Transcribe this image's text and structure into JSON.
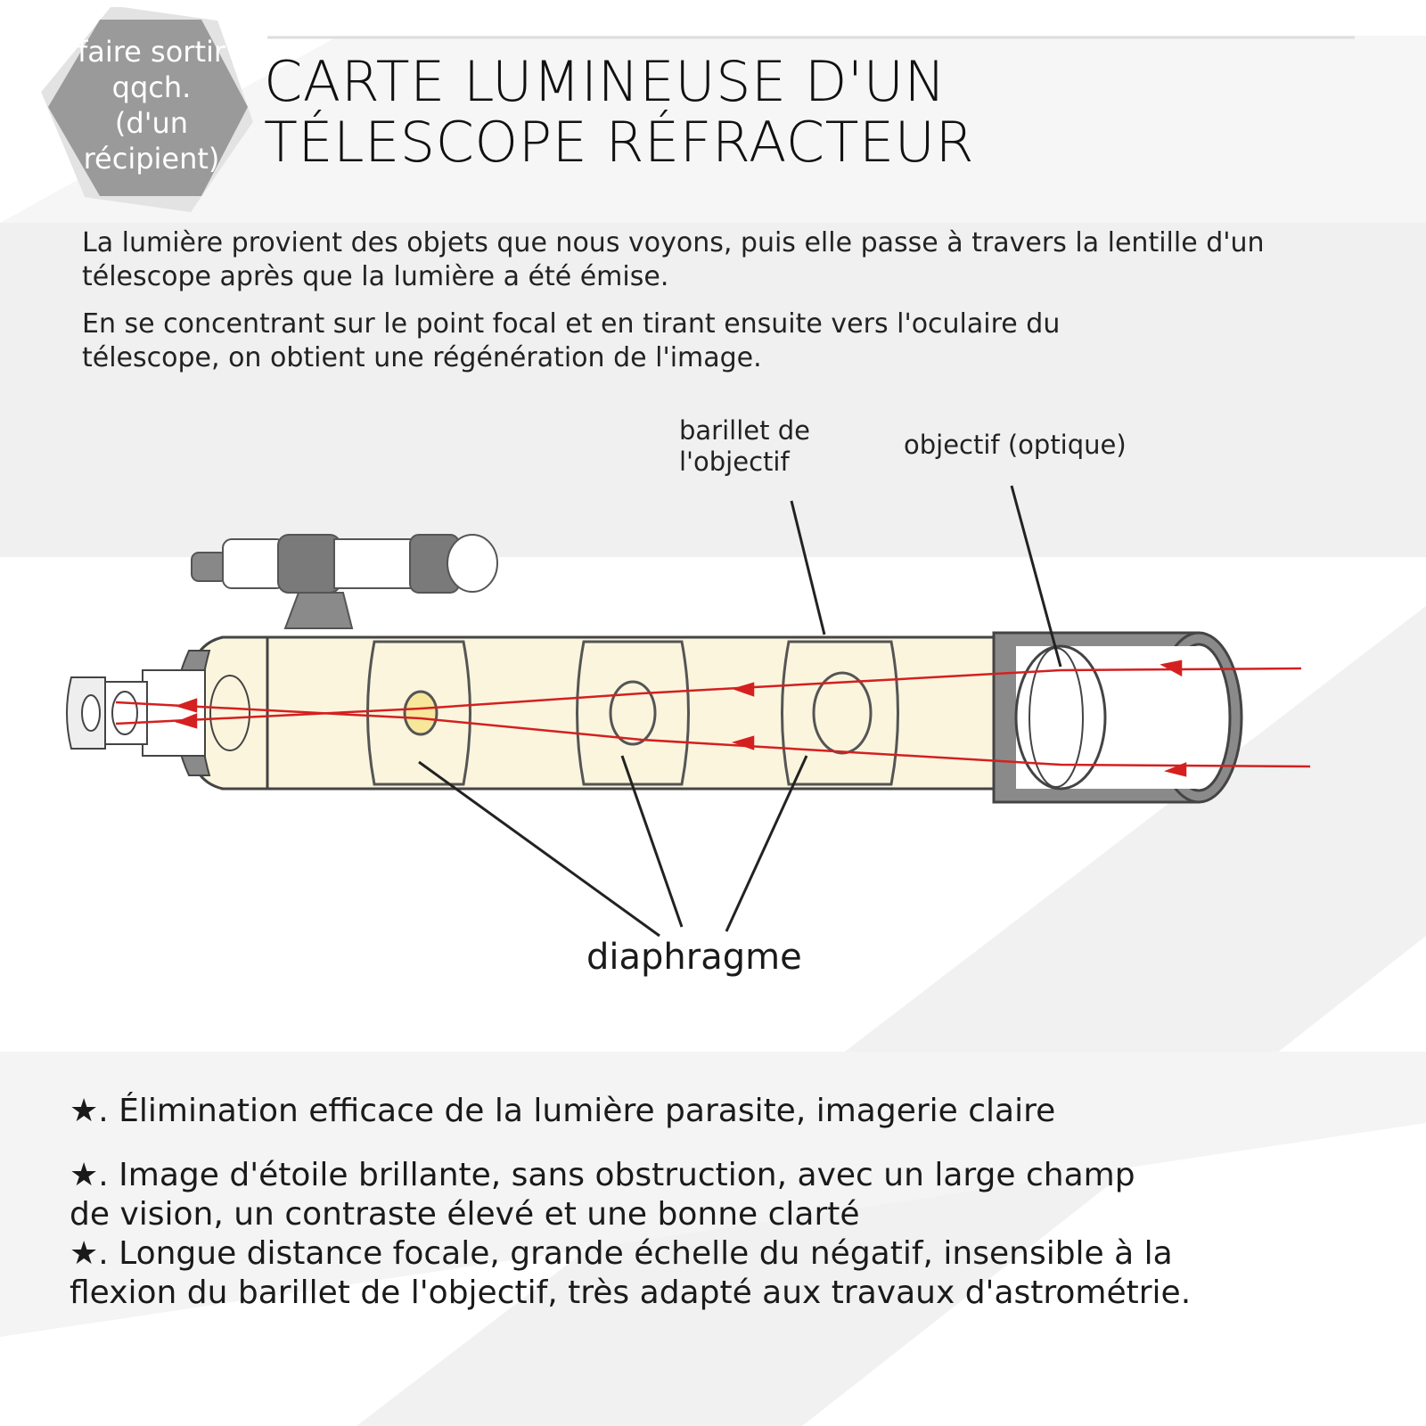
{
  "badge": {
    "text_lines": [
      "faire sortir",
      "qqch.",
      "(d'un",
      "récipient)"
    ]
  },
  "title": {
    "line1": "CARTE LUMINEUSE D'UN",
    "line2": "TÉLESCOPE RÉFRACTEUR"
  },
  "intro": {
    "p1": "La lumière provient des objets que nous voyons, puis elle passe à travers la lentille d'un télescope après que la lumière a été émise.",
    "p2": "En se concentrant sur le point focal et en tirant ensuite vers l'oculaire du télescope, on obtient une régénération de l'image."
  },
  "diagram": {
    "label_barrel": "barillet de l'objectif",
    "label_objective": "objectif (optique)",
    "label_diaphragm": "diaphragme",
    "colors": {
      "ray": "#d42020",
      "tube_fill": "#fbf5de",
      "metal": "#7a7a7a"
    }
  },
  "features": [
    "★. Élimination efficace de la lumière parasite, imagerie claire",
    "★. Image d'étoile brillante, sans obstruction, avec un large champ de vision, un contraste élevé et une bonne clarté",
    "★. Longue distance focale, grande échelle du négatif, insensible à la flexion du barillet de l'objectif, très adapté aux travaux d'astrométrie."
  ]
}
